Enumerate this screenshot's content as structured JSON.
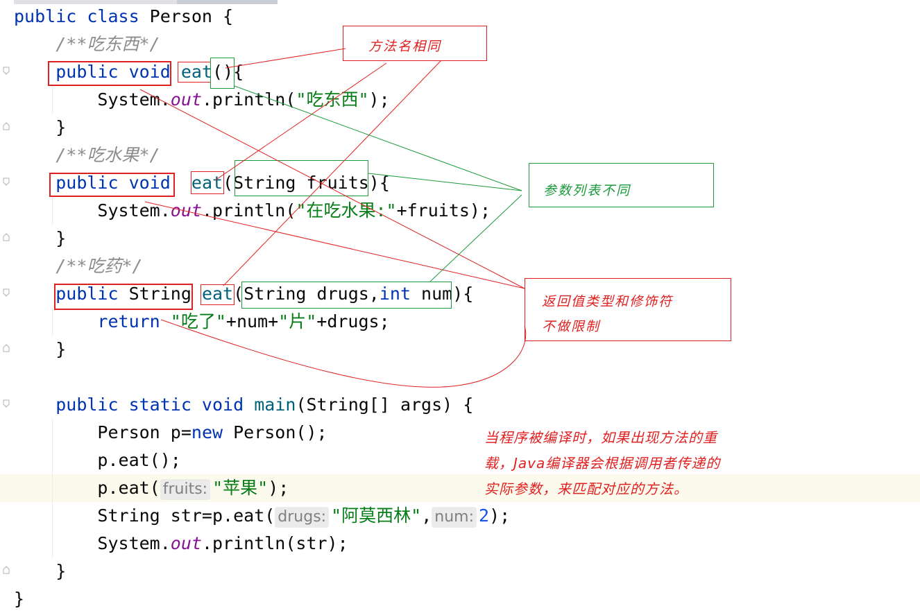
{
  "colors": {
    "keyword": "#0033b3",
    "string": "#067d17",
    "number": "#1750eb",
    "comment": "#8c8c8c",
    "static_field": "#871094",
    "annotation_red": "#e02020",
    "annotation_green": "#1a9a3a"
  },
  "code": {
    "l0": {
      "kw1": "public class",
      "rest": " Person {"
    },
    "l1": {
      "comment": "/**吃东西*/"
    },
    "l2": {
      "kw": "public void",
      "name": "eat",
      "rest": "(){"
    },
    "l3": {
      "a": "System.",
      "field": "out",
      "b": ".println(",
      "str": "\"吃东西\"",
      "c": ");"
    },
    "l4": {
      "text": "}"
    },
    "l5": {
      "comment": "/**吃水果*/"
    },
    "l6": {
      "kw": "public void",
      "name": "eat",
      "p1": "(",
      "ptype": "String",
      "pname": " fruits",
      "rest": "){"
    },
    "l7": {
      "a": "System.",
      "field": "out",
      "b": ".println(",
      "str": "\"在吃水果:\"",
      "c": "+fruits);"
    },
    "l8": {
      "text": "}"
    },
    "l9": {
      "comment": "/**吃药*/"
    },
    "l10": {
      "kw": "public",
      "type": " String",
      "name": "eat",
      "p1": "(",
      "ptype": "String",
      "pname": " drugs,",
      "ptype2": "int",
      "pname2": " num",
      "rest": "){"
    },
    "l11": {
      "kw": "return",
      "s1": "\"吃了\"",
      "m1": "+num+",
      "s2": "\"片\"",
      "m2": "+drugs;"
    },
    "l12": {
      "text": "}"
    },
    "l14": {
      "kw": "public static void",
      "name": "main",
      "rest": "(String[] args) {"
    },
    "l15": {
      "a": "Person p=",
      "kw": "new",
      "b": " Person();"
    },
    "l16": {
      "text": "p.eat();"
    },
    "l17": {
      "a": "p.eat(",
      "hint": "fruits:",
      "str": "\"苹果\"",
      "b": ");"
    },
    "l18": {
      "a": "String str=p.eat(",
      "hint1": "drugs:",
      "str": "\"阿莫西林\"",
      "comma": ",",
      "hint2": "num:",
      "num": "2",
      "b": ");"
    },
    "l19": {
      "a": "System.",
      "field": "out",
      "b": ".println(str);"
    },
    "l20": {
      "text": "}"
    },
    "l21": {
      "text": "}"
    }
  },
  "annotations": {
    "same_name": "方法名相同",
    "params_differ": "参数列表不同",
    "return_line1": "返回值类型和修饰符",
    "return_line2": "不做限制",
    "compile_line1": "当程序被编译时，如果出现方法的重",
    "compile_line2": "载，Java编译器会根据调用者传递的",
    "compile_line3": "实际参数，来匹配对应的方法。"
  }
}
